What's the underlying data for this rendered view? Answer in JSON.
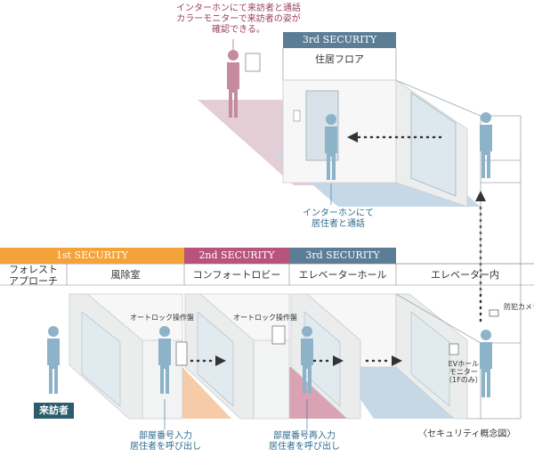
{
  "colors": {
    "orange": "#f3a33a",
    "pink": "#b8537a",
    "slate": "#5b7e96",
    "figure": "#8db3c9",
    "visitor": "#c58a9d",
    "floor_orange": "#f6cba8",
    "floor_pink": "#d9a3b4",
    "floor_blue": "#c6d8e6",
    "floor_mauve": "#e4ced6"
  },
  "top": {
    "note": [
      "インターホンにて来訪者と通話",
      "カラーモニターで来訪者の姿が",
      "確認できる。"
    ],
    "security": "3rd SECURITY",
    "floor": "住居フロア",
    "intercom_note": [
      "インターホンにて",
      "居住者と通話"
    ]
  },
  "bands": [
    {
      "label": "1st  SECURITY",
      "color": "#f3a33a"
    },
    {
      "label": "2nd SECURITY",
      "color": "#b8537a"
    },
    {
      "label": "3rd SECURITY",
      "color": "#5b7e96"
    }
  ],
  "zones": [
    "フォレスト\nアプローチ",
    "風除室",
    "コンフォートロビー",
    "エレベーターホール",
    "エレベーター内"
  ],
  "labels": {
    "autolock1": "オートロック操作盤",
    "autolock2": "オートロック操作盤",
    "camera": "防犯カメラ",
    "ev_monitor": [
      "EVホール",
      "モニター",
      "（1Fのみ）"
    ],
    "visitor": "来訪者",
    "step1": [
      "部屋番号入力",
      "居住者を呼び出し"
    ],
    "step2": [
      "部屋番号再入力",
      "居住者を呼び出し"
    ],
    "caption": "〈セキュリティ概念図〉"
  }
}
